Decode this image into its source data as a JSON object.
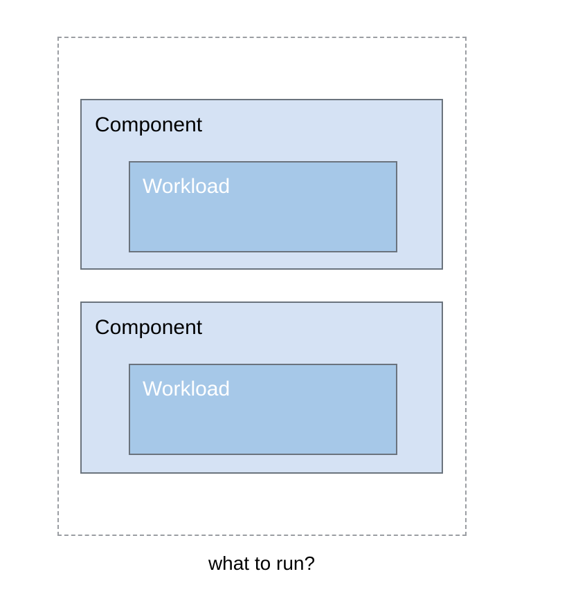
{
  "diagram": {
    "caption": "what to run?",
    "boundary": {
      "style": "dashed",
      "color": "#9a9da2"
    },
    "colors": {
      "component_fill": "#d5e2f4",
      "component_border": "#6a737d",
      "workload_fill": "#a6c8e8",
      "workload_border": "#6a737d",
      "component_text": "#000000",
      "workload_text": "#ffffff",
      "background": "#ffffff"
    },
    "components": [
      {
        "label": "Component",
        "workload": {
          "label": "Workload"
        }
      },
      {
        "label": "Component",
        "workload": {
          "label": "Workload"
        }
      }
    ]
  }
}
